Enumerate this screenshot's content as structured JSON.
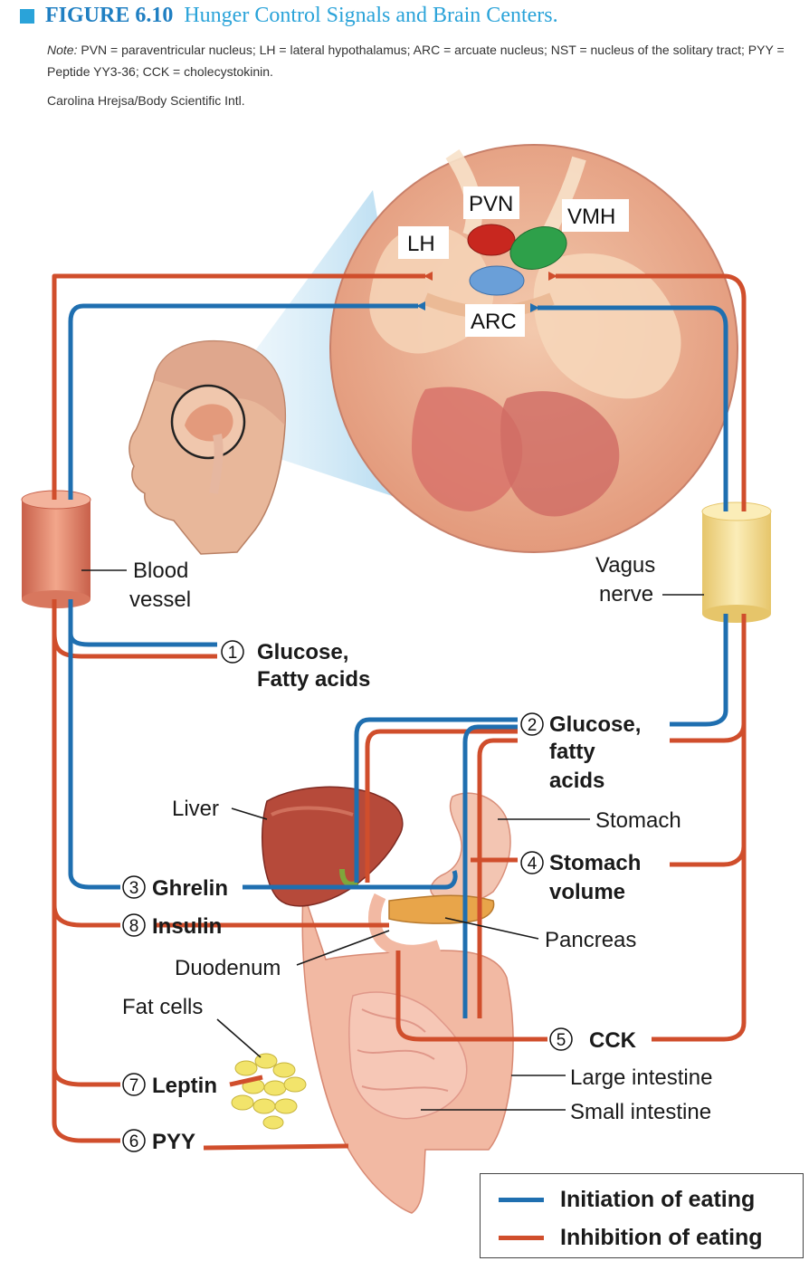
{
  "header": {
    "figure_number": "FIGURE 6.10",
    "figure_title": "Hunger Control Signals and Brain Centers.",
    "note_label": "Note:",
    "note_text": "PVN = paraventricular nucleus; LH = lateral hypothalamus; ARC = arcuate nucleus; NST = nucleus of the solitary tract; PYY = Peptide YY3-36; CCK = cholecystokinin.",
    "credit": "Carolina Hrejsa/Body Scientific Intl."
  },
  "brain_labels": {
    "pvn": "PVN",
    "vmh": "VMH",
    "lh": "LH",
    "arc": "ARC"
  },
  "structures": {
    "blood_vessel_1": "Blood",
    "blood_vessel_2": "vessel",
    "vagus_nerve_1": "Vagus",
    "vagus_nerve_2": "nerve",
    "liver": "Liver",
    "stomach": "Stomach",
    "pancreas": "Pancreas",
    "duodenum": "Duodenum",
    "fat_cells": "Fat cells",
    "large_intestine": "Large intestine",
    "small_intestine": "Small intestine"
  },
  "signals": [
    {
      "number": "1",
      "lines": [
        "Glucose,",
        "Fatty acids"
      ]
    },
    {
      "number": "2",
      "lines": [
        "Glucose,",
        "fatty",
        "acids"
      ]
    },
    {
      "number": "3",
      "lines": [
        "Ghrelin"
      ]
    },
    {
      "number": "4",
      "lines": [
        "Stomach",
        "volume"
      ]
    },
    {
      "number": "5",
      "lines": [
        "CCK"
      ]
    },
    {
      "number": "6",
      "lines": [
        "PYY"
      ]
    },
    {
      "number": "7",
      "lines": [
        "Leptin"
      ]
    },
    {
      "number": "8",
      "lines": [
        "Insulin"
      ]
    }
  ],
  "legend": {
    "initiation": "Initiation of eating",
    "inhibition": "Inhibition of eating"
  },
  "colors": {
    "initiation": "#1f6fb0",
    "inhibition": "#d04e2c",
    "brain_circle": "#e9a98a",
    "pvn": "#c8271f",
    "vmh": "#2ea04a",
    "arc": "#6a9fd8",
    "vagus": "#f3dc8c",
    "blood_vessel": "#e98a6e"
  }
}
